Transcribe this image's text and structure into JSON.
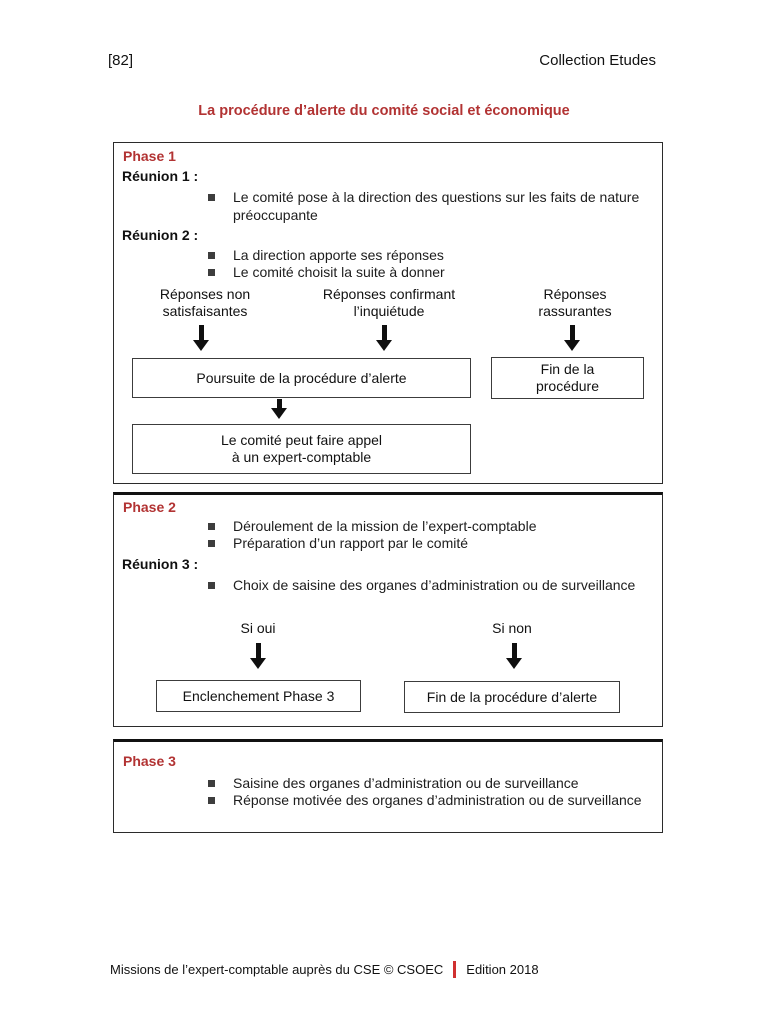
{
  "colors": {
    "accent_red": "#b23333",
    "footer_bar_red": "#d03030"
  },
  "header": {
    "page_number": "[82]",
    "collection": "Collection Etudes"
  },
  "title": "La procédure d’alerte du comité social et économique",
  "phase1": {
    "label": "Phase 1",
    "reunion1_label": "Réunion 1 :",
    "reunion1_bullet": "Le comité pose à la direction des questions sur les faits de nature préoccupante",
    "reunion2_label": "Réunion 2 :",
    "reunion2_bullet1": "La direction apporte ses réponses",
    "reunion2_bullet2": "Le comité choisit la suite à donner",
    "branch1_label": "Réponses non\nsatisfaisantes",
    "branch2_label": "Réponses confirmant\nl’inquiétude",
    "branch3_label": "Réponses rassurantes",
    "poursuite_box": "Poursuite de la procédure d’alerte",
    "fin_box": "Fin de la\nprocédure",
    "expert_box": "Le comité peut faire appel\nà un expert-comptable"
  },
  "phase2": {
    "label": "Phase 2",
    "bullet1": "Déroulement de la mission de l’expert-comptable",
    "bullet2": "Préparation d’un rapport par le comité",
    "reunion3_label": "Réunion 3 :",
    "reunion3_bullet": "Choix de saisine des organes d’administration ou de surveillance",
    "yes_label": "Si oui",
    "no_label": "Si non",
    "yes_box": "Enclenchement Phase 3",
    "no_box": "Fin de la procédure d’alerte"
  },
  "phase3": {
    "label": "Phase 3",
    "bullet1": "Saisine des organes d’administration ou de surveillance",
    "bullet2": "Réponse motivée des organes d’administration ou de surveillance"
  },
  "footer": {
    "text": "Missions de l’expert-comptable auprès du CSE © CSOEC",
    "edition": "Edition 2018"
  }
}
